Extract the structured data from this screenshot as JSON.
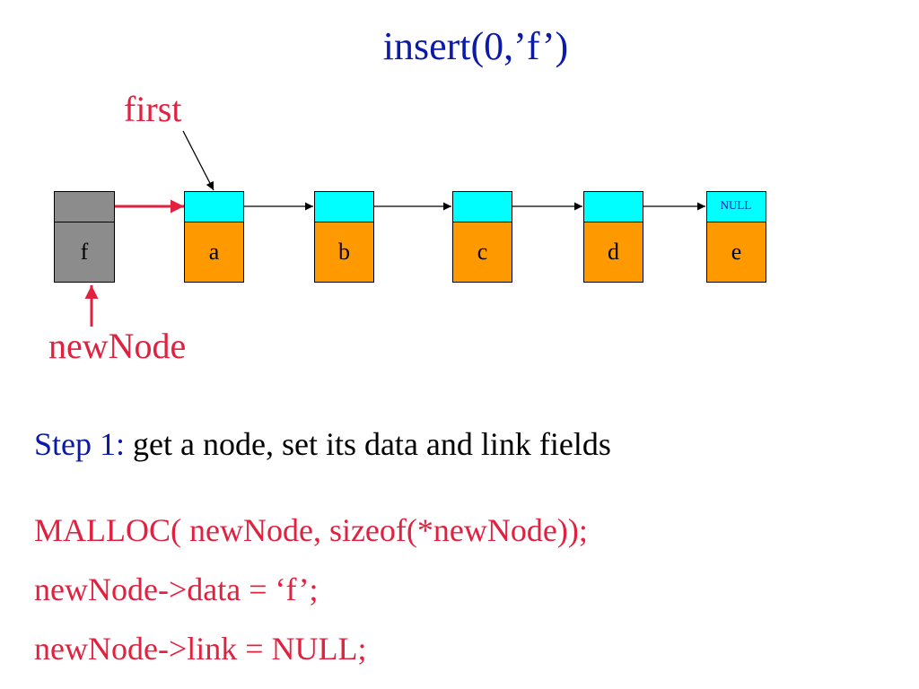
{
  "title": "insert(0,’f’)",
  "pointers": {
    "first": "first",
    "new_node": "newNode"
  },
  "nodes": [
    {
      "data": "f",
      "link": ""
    },
    {
      "data": "a",
      "link": ""
    },
    {
      "data": "b",
      "link": ""
    },
    {
      "data": "c",
      "link": ""
    },
    {
      "data": "d",
      "link": ""
    },
    {
      "data": "e",
      "link": "NULL"
    }
  ],
  "step": {
    "label": "Step 1:",
    "text": " get a node, set its data and link fields"
  },
  "code": [
    "MALLOC( newNode, sizeof(*newNode));",
    "newNode->data = ‘f’;",
    "newNode->link = NULL;"
  ],
  "colors": {
    "title": "#0b1aa8",
    "pointer_red": "#e0213f",
    "node_data": "#ff9900",
    "node_link": "#00ffff",
    "new_node_gray": "#8c8c8c"
  }
}
